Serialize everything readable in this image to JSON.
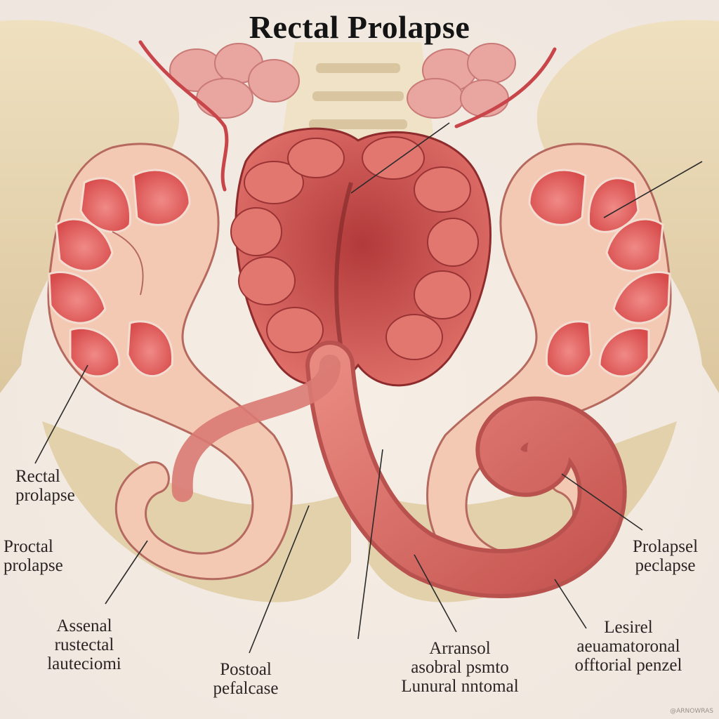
{
  "title": "Rectal Prolapse",
  "labels": {
    "left_upper": [
      "Rectal",
      "prolapse"
    ],
    "left_middle": [
      "Proctal",
      "prolapse"
    ],
    "left_lower": [
      "Assenal",
      "rustectal",
      "lauteciomi"
    ],
    "bottom_left": [
      "Postoal",
      "pefalcase"
    ],
    "bottom_center": [
      "Arransol",
      "asobral psmto",
      "Lunural nntomal"
    ],
    "right_upper": [
      "Prolapsel",
      "peclapse"
    ],
    "right_lower": [
      "Lesirel",
      "aeuamatoronal",
      "offtorial penzel"
    ]
  },
  "watermark": "@ARNOWRAS"
}
